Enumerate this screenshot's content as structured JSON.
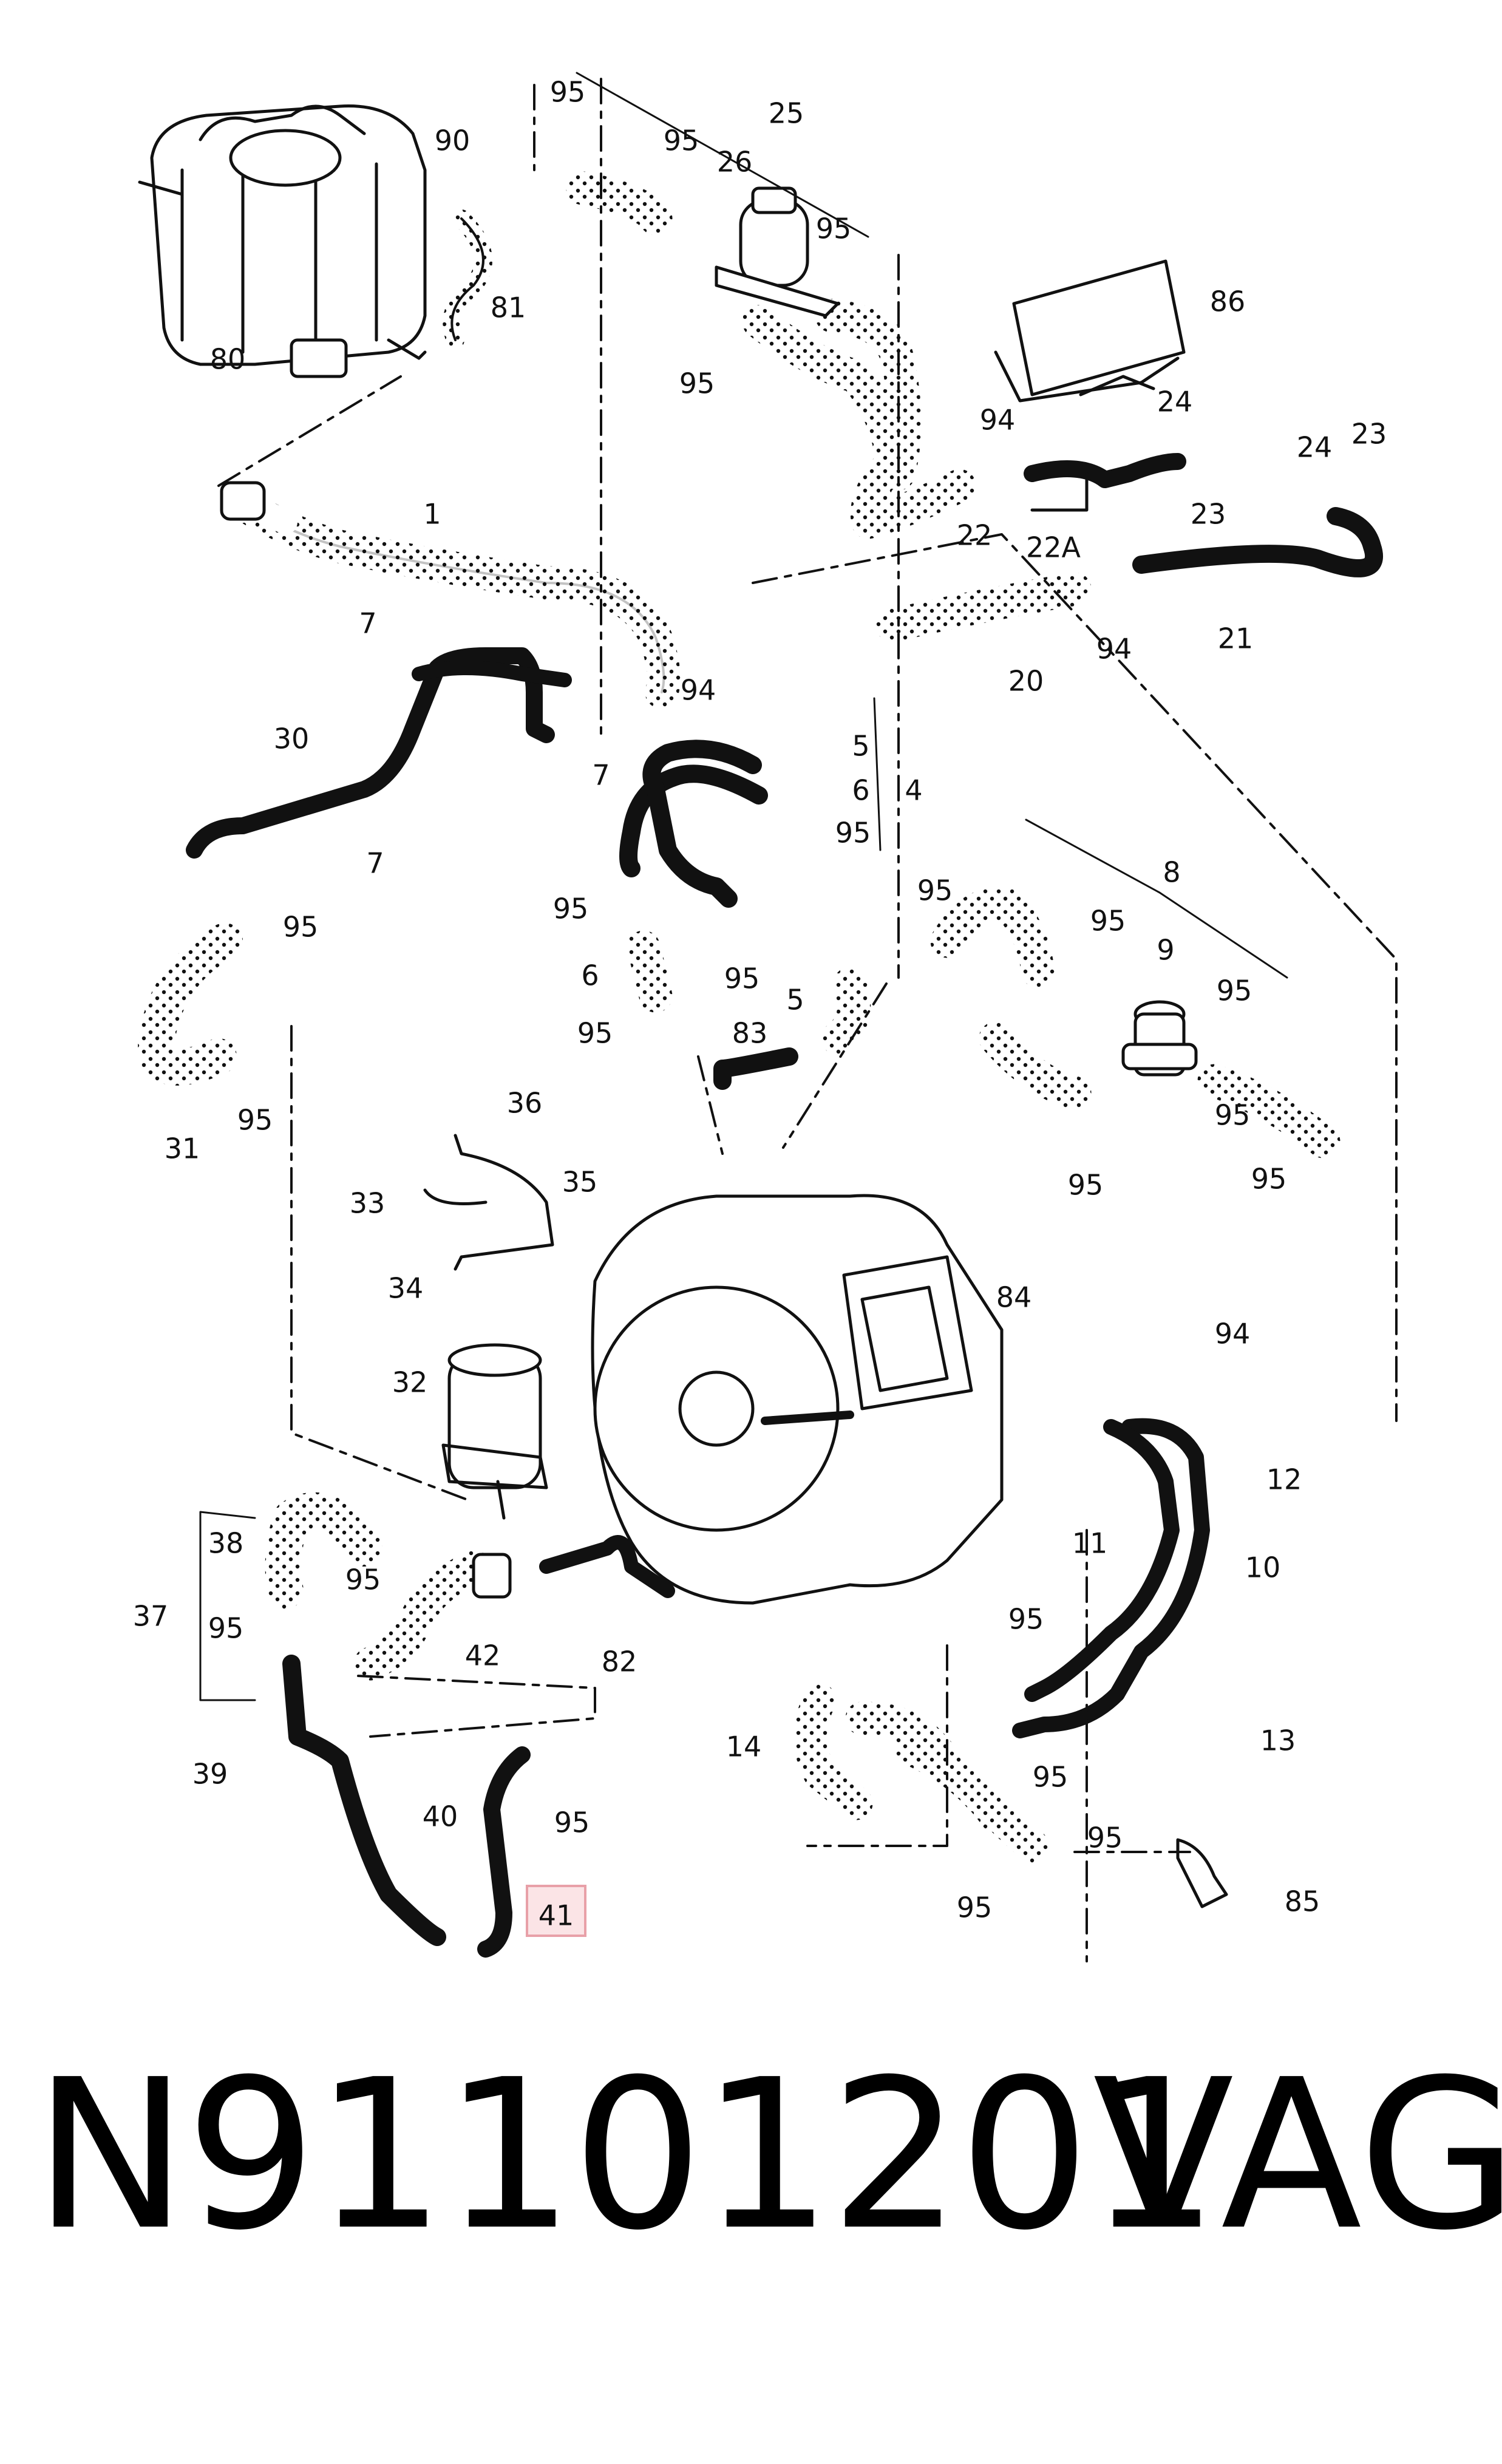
{
  "callouts": [
    {
      "id": "c1",
      "label": "1"
    },
    {
      "id": "c4",
      "label": "4"
    },
    {
      "id": "c5a",
      "label": "5"
    },
    {
      "id": "c5b",
      "label": "5"
    },
    {
      "id": "c6a",
      "label": "6"
    },
    {
      "id": "c6b",
      "label": "6"
    },
    {
      "id": "c7a",
      "label": "7"
    },
    {
      "id": "c7b",
      "label": "7"
    },
    {
      "id": "c7c",
      "label": "7"
    },
    {
      "id": "c8",
      "label": "8"
    },
    {
      "id": "c9",
      "label": "9"
    },
    {
      "id": "c10",
      "label": "10"
    },
    {
      "id": "c11",
      "label": "11"
    },
    {
      "id": "c12",
      "label": "12"
    },
    {
      "id": "c13",
      "label": "13"
    },
    {
      "id": "c14",
      "label": "14"
    },
    {
      "id": "c20",
      "label": "20"
    },
    {
      "id": "c21",
      "label": "21"
    },
    {
      "id": "c22",
      "label": "22"
    },
    {
      "id": "c22a",
      "label": "22A"
    },
    {
      "id": "c23a",
      "label": "23"
    },
    {
      "id": "c23b",
      "label": "23"
    },
    {
      "id": "c24a",
      "label": "24"
    },
    {
      "id": "c24b",
      "label": "24"
    },
    {
      "id": "c25",
      "label": "25"
    },
    {
      "id": "c26",
      "label": "26"
    },
    {
      "id": "c30",
      "label": "30"
    },
    {
      "id": "c31",
      "label": "31"
    },
    {
      "id": "c32",
      "label": "32"
    },
    {
      "id": "c33",
      "label": "33"
    },
    {
      "id": "c34",
      "label": "34"
    },
    {
      "id": "c35",
      "label": "35"
    },
    {
      "id": "c36",
      "label": "36"
    },
    {
      "id": "c37",
      "label": "37"
    },
    {
      "id": "c38",
      "label": "38"
    },
    {
      "id": "c39",
      "label": "39"
    },
    {
      "id": "c40",
      "label": "40"
    },
    {
      "id": "c41",
      "label": "41"
    },
    {
      "id": "c42",
      "label": "42"
    },
    {
      "id": "c80",
      "label": "80"
    },
    {
      "id": "c81",
      "label": "81"
    },
    {
      "id": "c82",
      "label": "82"
    },
    {
      "id": "c83",
      "label": "83"
    },
    {
      "id": "c84",
      "label": "84"
    },
    {
      "id": "c85",
      "label": "85"
    },
    {
      "id": "c86",
      "label": "86"
    },
    {
      "id": "c90",
      "label": "90"
    },
    {
      "id": "c94a",
      "label": "94"
    },
    {
      "id": "c94b",
      "label": "94"
    },
    {
      "id": "c94c",
      "label": "94"
    },
    {
      "id": "c94d",
      "label": "94"
    },
    {
      "id": "c95a",
      "label": "95"
    },
    {
      "id": "c95b",
      "label": "95"
    },
    {
      "id": "c95c",
      "label": "95"
    },
    {
      "id": "c95d",
      "label": "95"
    },
    {
      "id": "c95e",
      "label": "95"
    },
    {
      "id": "c95f",
      "label": "95"
    },
    {
      "id": "c95g",
      "label": "95"
    },
    {
      "id": "c95h",
      "label": "95"
    },
    {
      "id": "c95i",
      "label": "95"
    },
    {
      "id": "c95j",
      "label": "95"
    },
    {
      "id": "c95k",
      "label": "95"
    },
    {
      "id": "c95l",
      "label": "95"
    },
    {
      "id": "c95m",
      "label": "95"
    },
    {
      "id": "c95n",
      "label": "95"
    },
    {
      "id": "c95o",
      "label": "95"
    },
    {
      "id": "c95p",
      "label": "95"
    },
    {
      "id": "c95q",
      "label": "95"
    },
    {
      "id": "c95r",
      "label": "95"
    },
    {
      "id": "c95s",
      "label": "95"
    },
    {
      "id": "c95t",
      "label": "95"
    },
    {
      "id": "c95u",
      "label": "95"
    },
    {
      "id": "c95v",
      "label": "95"
    },
    {
      "id": "c95w",
      "label": "95"
    }
  ],
  "highlighted_callout": "41",
  "highlight_color": "#e8a0a8",
  "footer": {
    "part_number": "N91101201",
    "brand": "VAG"
  }
}
